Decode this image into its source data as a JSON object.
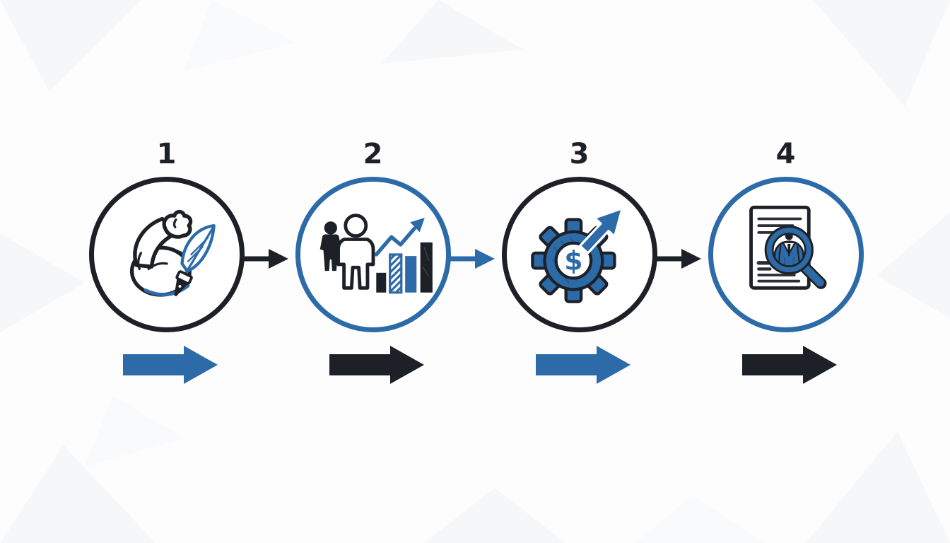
{
  "palette": {
    "accent_blue": "#2d6aa8",
    "ink_black": "#1d2127",
    "background": "#fdfdfe",
    "texture": "#eef0f4"
  },
  "process": {
    "type": "four-step-flow",
    "steps": [
      {
        "number": "1",
        "circle_outline": "black",
        "icon": "flexed-arm-with-quill-pen",
        "connector_to_next": "black-arrow",
        "flow_arrow_below": "blue-arrow"
      },
      {
        "number": "2",
        "circle_outline": "blue",
        "icon": "people-with-growth-bar-chart",
        "connector_to_next": "blue-arrow",
        "flow_arrow_below": "black-arrow"
      },
      {
        "number": "3",
        "circle_outline": "black",
        "icon": "gear-dollar-with-rising-arrow",
        "connector_to_next": "black-arrow",
        "flow_arrow_below": "blue-arrow"
      },
      {
        "number": "4",
        "circle_outline": "blue",
        "icon": "document-with-magnifier-candidate",
        "connector_to_next": "none",
        "flow_arrow_below": "black-arrow"
      }
    ]
  }
}
